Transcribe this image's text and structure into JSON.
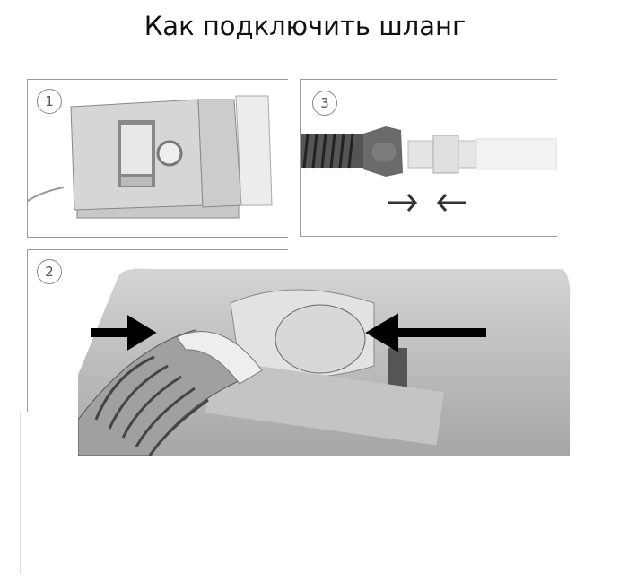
{
  "title": "Как подключить шланг",
  "steps": [
    {
      "number": "1"
    },
    {
      "number": "2"
    },
    {
      "number": "3"
    }
  ]
}
